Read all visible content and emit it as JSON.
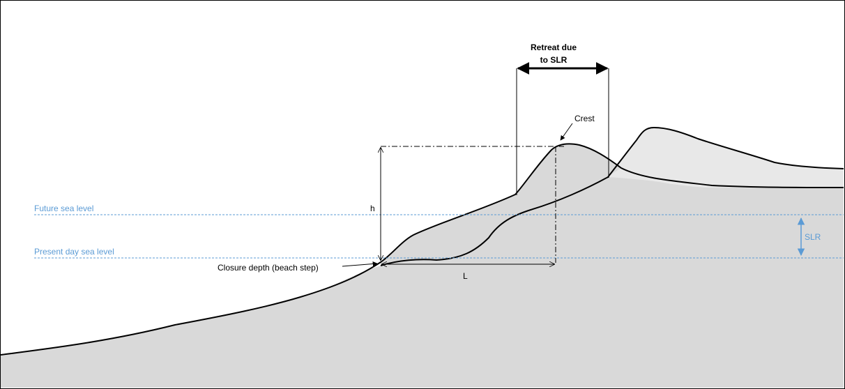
{
  "labels": {
    "retreat_line1": "Retreat due",
    "retreat_line2": "to SLR",
    "crest": "Crest",
    "future_sea_level": "Future sea level",
    "present_sea_level": "Present day sea level",
    "h": "h",
    "closure_depth": "Closure depth (beach step)",
    "L": "L",
    "SLR": "SLR"
  },
  "colors": {
    "sea_level": "#5b9bd5",
    "ground_fill": "#d9d9d9",
    "dune_fill": "#e8e8e8",
    "outline": "#000000"
  }
}
